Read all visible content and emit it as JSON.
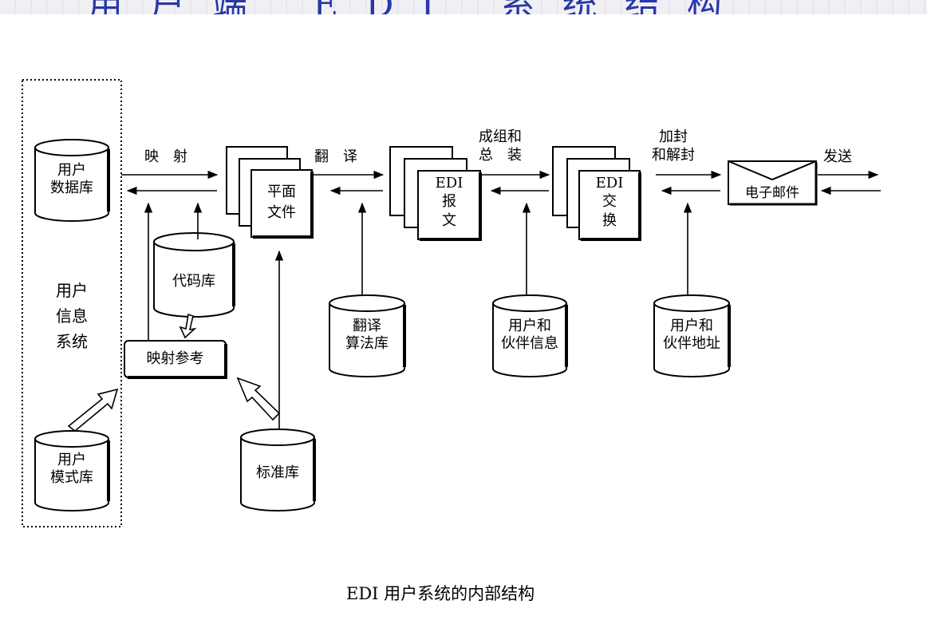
{
  "header_fragment": "用户端 EDI 系统结构",
  "user_system": {
    "label_lines": [
      "用户",
      "信息",
      "系统"
    ]
  },
  "databases": {
    "user_db": [
      "用户",
      "数据库"
    ],
    "code_db": [
      "代码库"
    ],
    "mode_db": [
      "用户",
      "模式库"
    ],
    "standard_db": [
      "标准库"
    ],
    "translate_db": [
      "翻译",
      "算法库"
    ],
    "partner_info_db": [
      "用户和",
      "伙伴信息"
    ],
    "partner_addr_db": [
      "用户和",
      "伙伴地址"
    ]
  },
  "stacks": {
    "flat_file": [
      "平面",
      "文件"
    ],
    "edi_msg": [
      "EDI",
      "报",
      "文"
    ],
    "edi_exchange": [
      "EDI",
      "交",
      "换"
    ]
  },
  "mapping_ref": "映射参考",
  "email": "电子邮件",
  "flows": {
    "map": "映　射",
    "translate": "翻　译",
    "group_lines": [
      "成组和",
      "总　装"
    ],
    "seal_lines": [
      "加封",
      "和解封"
    ],
    "send": "发送"
  },
  "caption": "EDI 用户系统的内部结构"
}
